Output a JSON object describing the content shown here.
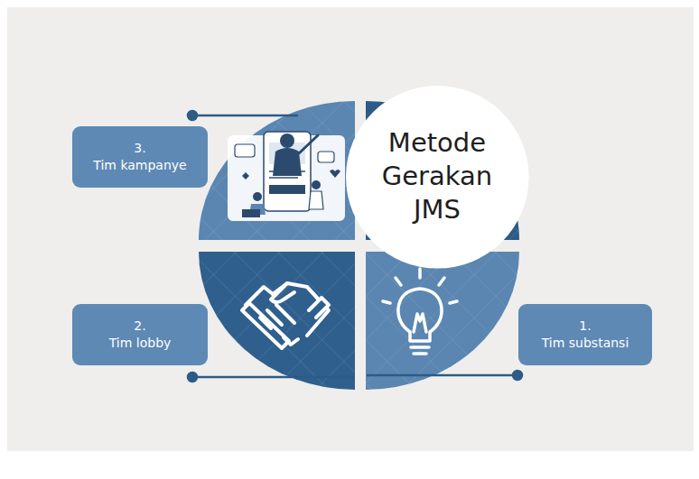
{
  "diagram": {
    "nodes": [
      {
        "text": [
          "Metode Gerakan JMS"
        ]
      },
      {
        "text": [
          "3.",
          "Tim kampanye"
        ]
      },
      {
        "text": [
          "2.",
          "Tim lobby"
        ]
      },
      {
        "text": [
          "1.",
          "Tim substansi"
        ]
      }
    ]
  }
}
